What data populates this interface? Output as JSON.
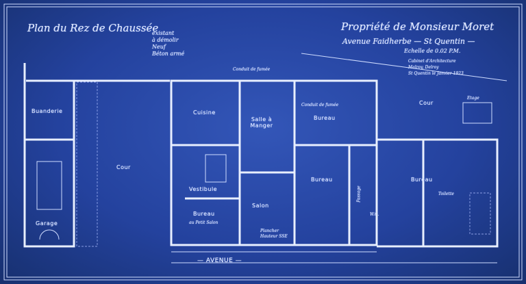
{
  "title_left": "Plan du Rez de Chaussée",
  "legend": [
    "existant",
    "à démolir",
    "Neuf",
    "Béton armé"
  ],
  "title_right": {
    "line1": "Propriété de Monsieur Moret",
    "line2": "Avenue Faidherbe — St Quentin —",
    "scale": "Echelle de 0.02 P.M.",
    "architect1": "Cabinet d'Architecture",
    "architect2": "Malroy, Delroy",
    "date": "St Quentin le Janvier 1923"
  },
  "rooms": {
    "buanderie": "Buanderie",
    "cour_left": "Cour",
    "garage": "Garage",
    "cuisine": "Cuisine",
    "salle_a_manger": "Salle à Manger",
    "vestibule": "Vestibule",
    "bureau_petit_salon": "Bureau",
    "petit_salon": "au Petit Salon",
    "salon": "Salon",
    "bureau_1": "Bureau",
    "bureau_2": "Bureau",
    "bureau_3": "Bureau",
    "cour_right": "Cour",
    "passage": "Passage",
    "wc": "W.C."
  },
  "street": "— AVENUE —",
  "notes": {
    "fosse": "Conduit de fumée",
    "fosse2": "Conduit de fumée",
    "etage": "Etage",
    "plancher": "Plancher",
    "toilette": "Toilette",
    "hauteur": "Hauteur SSE"
  },
  "colors": {
    "paper": "#24429e",
    "ink": "#e8efff"
  }
}
